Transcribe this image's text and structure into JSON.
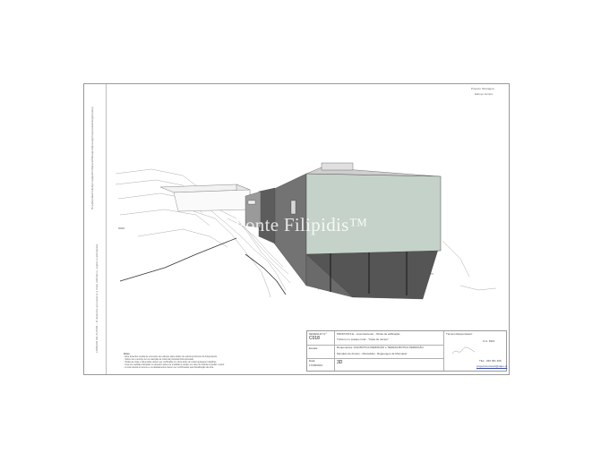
{
  "corner": {
    "line1": "Projecto Nicaragua",
    "line2": "Esboço tecnico"
  },
  "sidebar": {
    "line1": "Ib:xqfsipdkeFmikdxprsqdqiwfrnifqikprslfdkwqaodiqrasqqirlrsqopskwlkskgpmpskip",
    "line2": "LOREDO DE AUTOR – O desenho aprovado é a título indicativo, sujeito a alterações"
  },
  "watermark": "Ponte Filipidis™",
  "notes": {
    "title": "Notas:",
    "lines": [
      "- Este desenho resulta de uma série de esboços para efeitos de estudo preliminar do Anteprojecto.",
      "- Sobre ele é sempre ter em atenção as notas da proposta final aprovada.",
      "- Todas as cotas e dimensões devem ser verificadas em obra antes de iniciar quaisquer trabalhos.",
      "- Usar as medidas indicadas no desenho antes de medidas à escala; em caso de dúvida consultar o autor.",
      "- A cota natural do terreno e os afastamentos devem ser confirmados pela fiscalização da obra."
    ]
  },
  "titleblock": {
    "desenho_label": "DESENHO N.º",
    "desenho_value": "C018",
    "escala_label": "Escala:",
    "escala_value": "",
    "data_label": "Data:",
    "data_value": "17/08/2024",
    "project_lines": [
      "PROPOSTA E - Licenciamento - Obras de edificação",
      "Turismo no espaço rural - \"Casa de campo\"",
      "Requerentes: ANA BOTICA PERDIGÃO e TERESA BOTICA PERDIGÃO",
      "Mondelo do Ancaro - Montalvão - Reguengos de Monsaraz"
    ],
    "view_value": "3D",
    "tecnico_label": "Técnico Responsável:",
    "oa_value": "O.A. 8116",
    "phone": "TEL.: 266 051 206",
    "email": "projectonortesul@sapo.pt"
  },
  "colors": {
    "facade": "#c5d2c9",
    "shadow": "#737373",
    "dark_shadow": "#555555"
  }
}
